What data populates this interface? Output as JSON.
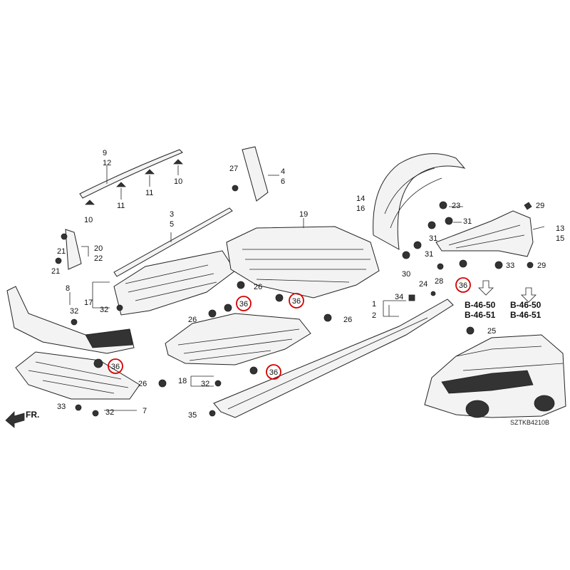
{
  "fr_label": "FR.",
  "diagram_code": "SZTKB4210B",
  "callouts": [
    {
      "id": "9",
      "text": "9"
    },
    {
      "id": "12",
      "text": "12"
    },
    {
      "id": "10a",
      "text": "10"
    },
    {
      "id": "11a",
      "text": "11"
    },
    {
      "id": "11b",
      "text": "11"
    },
    {
      "id": "10b",
      "text": "10"
    },
    {
      "id": "27",
      "text": "27"
    },
    {
      "id": "4",
      "text": "4"
    },
    {
      "id": "6",
      "text": "6"
    },
    {
      "id": "20",
      "text": "20"
    },
    {
      "id": "22",
      "text": "22"
    },
    {
      "id": "21a",
      "text": "21"
    },
    {
      "id": "21b",
      "text": "21"
    },
    {
      "id": "3",
      "text": "3"
    },
    {
      "id": "5",
      "text": "5"
    },
    {
      "id": "19",
      "text": "19"
    },
    {
      "id": "14",
      "text": "14"
    },
    {
      "id": "16",
      "text": "16"
    },
    {
      "id": "23",
      "text": "23"
    },
    {
      "id": "29a",
      "text": "29"
    },
    {
      "id": "29b",
      "text": "29"
    },
    {
      "id": "13",
      "text": "13"
    },
    {
      "id": "15",
      "text": "15"
    },
    {
      "id": "31a",
      "text": "31"
    },
    {
      "id": "31b",
      "text": "31"
    },
    {
      "id": "31c",
      "text": "31"
    },
    {
      "id": "30",
      "text": "30"
    },
    {
      "id": "33a",
      "text": "33"
    },
    {
      "id": "28",
      "text": "28"
    },
    {
      "id": "24",
      "text": "24"
    },
    {
      "id": "34",
      "text": "34"
    },
    {
      "id": "8",
      "text": "8"
    },
    {
      "id": "17",
      "text": "17"
    },
    {
      "id": "32a",
      "text": "32"
    },
    {
      "id": "32b",
      "text": "32"
    },
    {
      "id": "26a",
      "text": "26"
    },
    {
      "id": "26b",
      "text": "26"
    },
    {
      "id": "26c",
      "text": "26"
    },
    {
      "id": "26d",
      "text": "26"
    },
    {
      "id": "1",
      "text": "1"
    },
    {
      "id": "2",
      "text": "2"
    },
    {
      "id": "25",
      "text": "25"
    },
    {
      "id": "18",
      "text": "18"
    },
    {
      "id": "32c",
      "text": "32"
    },
    {
      "id": "32d",
      "text": "32"
    },
    {
      "id": "33b",
      "text": "33"
    },
    {
      "id": "7",
      "text": "7"
    },
    {
      "id": "35",
      "text": "35"
    }
  ],
  "highlighted": [
    {
      "id": "h1",
      "text": "36"
    },
    {
      "id": "h2",
      "text": "36"
    },
    {
      "id": "h3",
      "text": "36"
    },
    {
      "id": "h4",
      "text": "36"
    },
    {
      "id": "h5",
      "text": "36"
    },
    {
      "id": "h6",
      "text": "36"
    }
  ],
  "refs": [
    {
      "id": "r1",
      "text": "B-46-50"
    },
    {
      "id": "r2",
      "text": "B-46-51"
    },
    {
      "id": "r3",
      "text": "B-46-50"
    },
    {
      "id": "r4",
      "text": "B-46-51"
    }
  ]
}
